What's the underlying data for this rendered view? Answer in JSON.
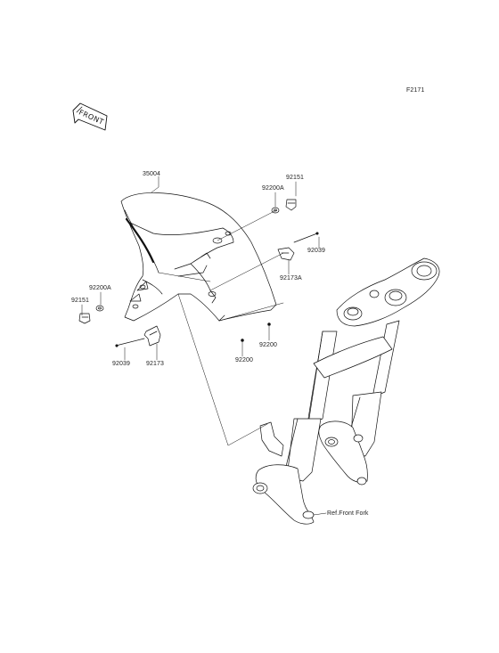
{
  "figure_code": "F2171",
  "front_badge": "FRONT",
  "parts": {
    "fender": "35004",
    "bolt_left": "92151",
    "bolt_right": "92151",
    "washer_left": "92200A",
    "washer_right": "92200A",
    "clip_left": "92173",
    "clip_right": "92173A",
    "tie_left": "92039",
    "tie_right": "92039",
    "grommet_1": "92200",
    "grommet_2": "92200"
  },
  "reference": "Ref.Front Fork"
}
